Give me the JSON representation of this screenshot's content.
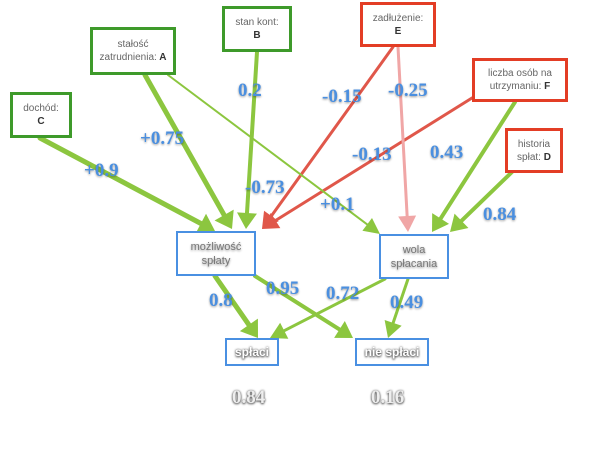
{
  "inputs": {
    "A": {
      "label": "stałość zatrudnienia:",
      "var": "A",
      "polarity": "positive"
    },
    "B": {
      "label": "stan kont:",
      "var": "B",
      "polarity": "positive"
    },
    "C": {
      "label": "dochód:",
      "var": "C",
      "polarity": "positive"
    },
    "D": {
      "label": "historia spłat:",
      "var": "D",
      "polarity": "positive"
    },
    "E": {
      "label": "zadłużenie:",
      "var": "E",
      "polarity": "negative"
    },
    "F": {
      "label": "liczba osób na utrzymaniu:",
      "var": "F",
      "polarity": "negative"
    }
  },
  "hidden": {
    "ability": {
      "label": "możliwość spłaty"
    },
    "willingness": {
      "label": "wola spłacania"
    }
  },
  "outputs": {
    "repay": {
      "label": "spłaci",
      "probability": "0.84"
    },
    "norepay": {
      "label": "nie spłaci",
      "probability": "0.16"
    }
  },
  "edges": [
    {
      "from": "C",
      "to": "ability",
      "weight": "+0.9",
      "color": "#8cc63f"
    },
    {
      "from": "A",
      "to": "ability",
      "weight": "+0.75",
      "color": "#8cc63f"
    },
    {
      "from": "B",
      "to": "ability",
      "weight": "0.2",
      "color": "#8cc63f"
    },
    {
      "from": "E",
      "to": "ability",
      "weight": "-0.15",
      "color": "#e0574a"
    },
    {
      "from": "F",
      "to": "ability",
      "weight": "-0.13",
      "color": "#e0574a"
    },
    {
      "from": "A",
      "to": "willingness",
      "weight": "+0.1",
      "color": "#8cc63f"
    },
    {
      "from": "E",
      "to": "willingness",
      "weight": "-0.25",
      "color": "#f0a6a6"
    },
    {
      "from": "F",
      "to": "willingness",
      "weight": "0.43",
      "color": "#8cc63f"
    },
    {
      "from": "D",
      "to": "willingness",
      "weight": "0.84",
      "color": "#8cc63f"
    },
    {
      "from": "ability",
      "to": "repay",
      "weight": "0.8",
      "color": "#8cc63f"
    },
    {
      "from": "ability",
      "to": "norepay",
      "weight": "0.95",
      "color": "#8cc63f"
    },
    {
      "from": "willingness",
      "to": "repay",
      "weight": "0.72",
      "color": "#8cc63f"
    },
    {
      "from": "willingness",
      "to": "norepay",
      "weight": "0.49",
      "color": "#8cc63f"
    }
  ],
  "extra_labels": {
    "e_to_ability_extra": "-0.73"
  }
}
